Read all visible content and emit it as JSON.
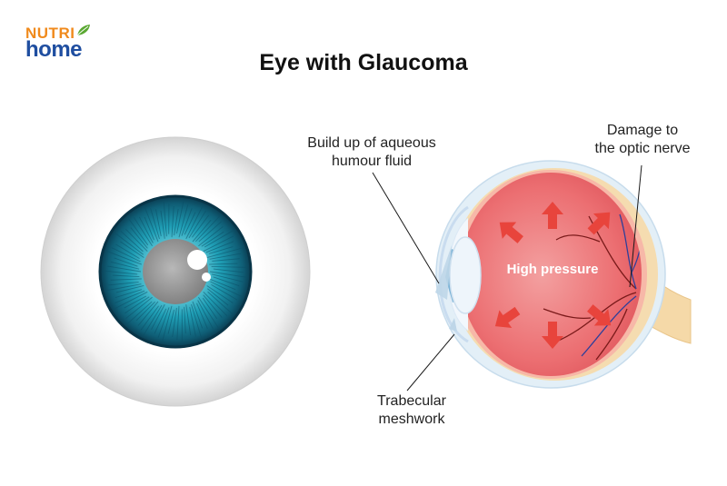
{
  "brand": {
    "line1": "NUTRI",
    "line2": "home"
  },
  "title": "Eye with Glaucoma",
  "labels": {
    "aqueous": "Build up of aqueous\nhumour fluid",
    "damage": "Damage to\nthe optic nerve",
    "trabecular": "Trabecular\nmeshwork",
    "high_pressure": "High pressure"
  },
  "colors": {
    "brand_orange": "#f08a1c",
    "brand_blue": "#1f4ea0",
    "iris": "#1b8ea6",
    "pressure_red": "#e8443c",
    "eye_interior": "#f07a7a",
    "nerve": "#f5d9a8"
  },
  "icons": [
    "leaf-icon",
    "pressure-arrow-icon"
  ]
}
